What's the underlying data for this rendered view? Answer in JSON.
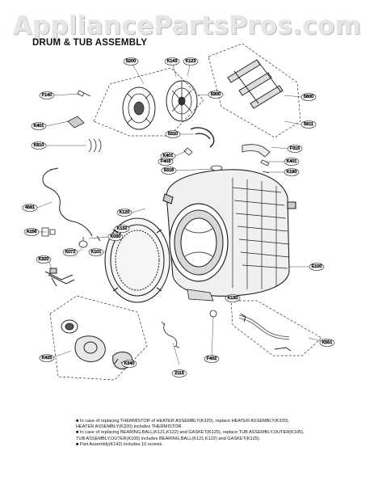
{
  "watermark": "AppliancePartsPros.com",
  "title": "DRUM & TUB ASSEMBLY",
  "callouts": [
    {
      "id": "c-5200",
      "text": "5200"
    },
    {
      "id": "c-k143",
      "text": "K143"
    },
    {
      "id": "c-k123",
      "text": "K123"
    },
    {
      "id": "c-5300",
      "text": "5300"
    },
    {
      "id": "c-5800",
      "text": "5800"
    },
    {
      "id": "c-f140",
      "text": "F140"
    },
    {
      "id": "c-k401",
      "text": "K401"
    },
    {
      "id": "c-k610",
      "text": "K610"
    },
    {
      "id": "c-5611",
      "text": "5611"
    },
    {
      "id": "c-5310",
      "text": "5310"
    },
    {
      "id": "c-f315",
      "text": "F315"
    },
    {
      "id": "c-k401b",
      "text": "K401"
    },
    {
      "id": "c-f403",
      "text": "F403"
    },
    {
      "id": "c-5318",
      "text": "5318"
    },
    {
      "id": "c-k401c",
      "text": "K401"
    },
    {
      "id": "c-k190",
      "text": "K190"
    },
    {
      "id": "c-4561",
      "text": "4561"
    },
    {
      "id": "c-k120",
      "text": "K120"
    },
    {
      "id": "c-a156",
      "text": "A156"
    },
    {
      "id": "c-k132",
      "text": "K132"
    },
    {
      "id": "c-k030",
      "text": "K030"
    },
    {
      "id": "c-k072",
      "text": "K072"
    },
    {
      "id": "c-k101",
      "text": "K101"
    },
    {
      "id": "c-k320",
      "text": "K320"
    },
    {
      "id": "c-e100",
      "text": "E100"
    },
    {
      "id": "c-k130",
      "text": "K130"
    },
    {
      "id": "c-k425",
      "text": "K425"
    },
    {
      "id": "c-k340",
      "text": "K340"
    },
    {
      "id": "c-f402",
      "text": "F402"
    },
    {
      "id": "c-2115",
      "text": "2115"
    },
    {
      "id": "c-k551",
      "text": "K551"
    }
  ],
  "notes": [
    "■ In case of replacing THERMISTOR of HEATER ASSEMBLY(K320), replace HEATER ASSEMBLY(K320).",
    "   HEATER ASSEMBLY(K320) includes THERMISTOR.",
    "■ In case of replacing BEARING,BALL(K121,K122) and GASKET(K125), replace TUB ASSEMBLY,OUTER(K105),",
    "   TUB ASSEMBLY,OUTER(K105) includes BEARING,BALL(K121,K122) and GASKET(K125).",
    "■ Part Assembly(K142) includes 10 screws."
  ]
}
